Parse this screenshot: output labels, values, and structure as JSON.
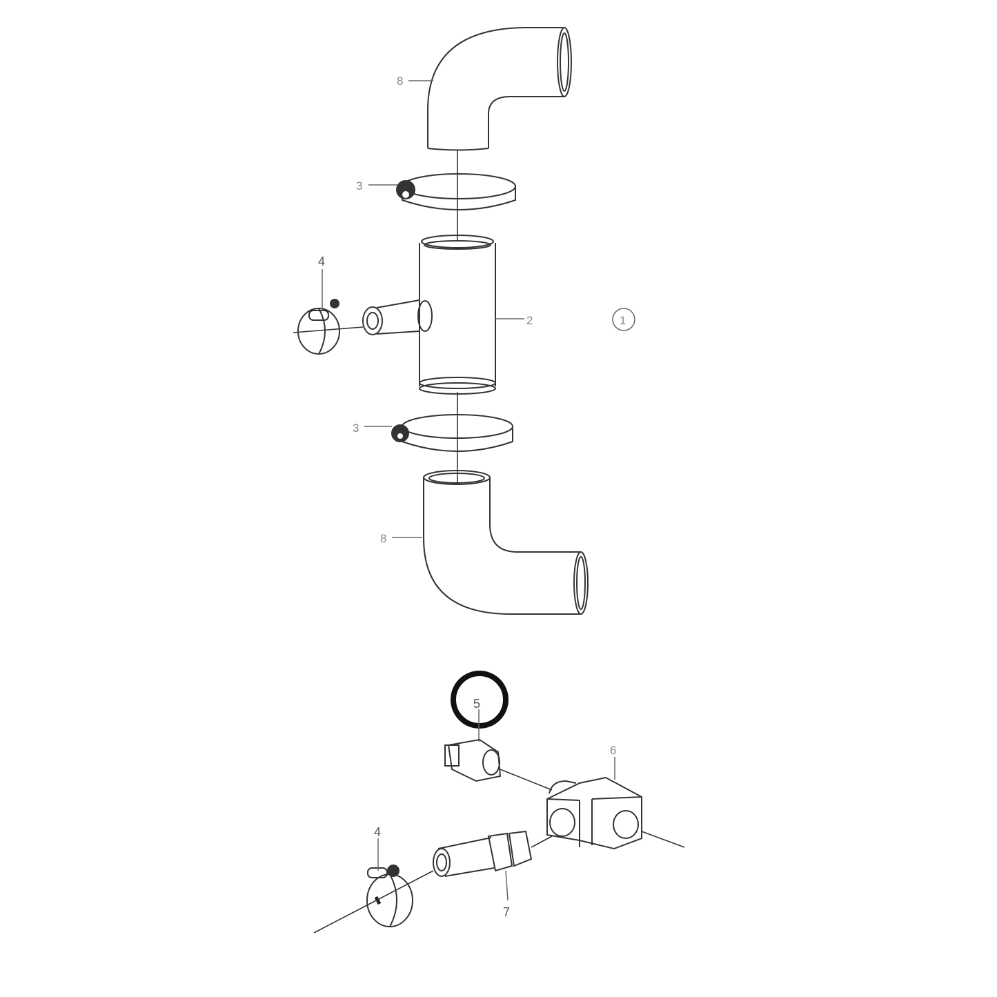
{
  "diagram": {
    "type": "exploded-parts-diagram",
    "group_callout": "1",
    "labels": {
      "elbow_top": "8",
      "clamp_top": "3",
      "hose_clamp_upper": "4",
      "tee_pipe": "2",
      "clamp_bottom": "3",
      "elbow_bottom": "8",
      "seal_ring": "5",
      "fitting_tee_block": "6",
      "hose_clamp_lower": "4",
      "nipple": "7"
    },
    "parts": [
      {
        "number": "1",
        "name": "Assembly group"
      },
      {
        "number": "2",
        "name": "Tee pipe"
      },
      {
        "number": "3",
        "name": "Pipe clamp"
      },
      {
        "number": "4",
        "name": "Hose clamp"
      },
      {
        "number": "5",
        "name": "Sealing ring"
      },
      {
        "number": "6",
        "name": "Elbow fitting block"
      },
      {
        "number": "7",
        "name": "Hose nipple"
      },
      {
        "number": "8",
        "name": "Hose elbow"
      }
    ]
  }
}
